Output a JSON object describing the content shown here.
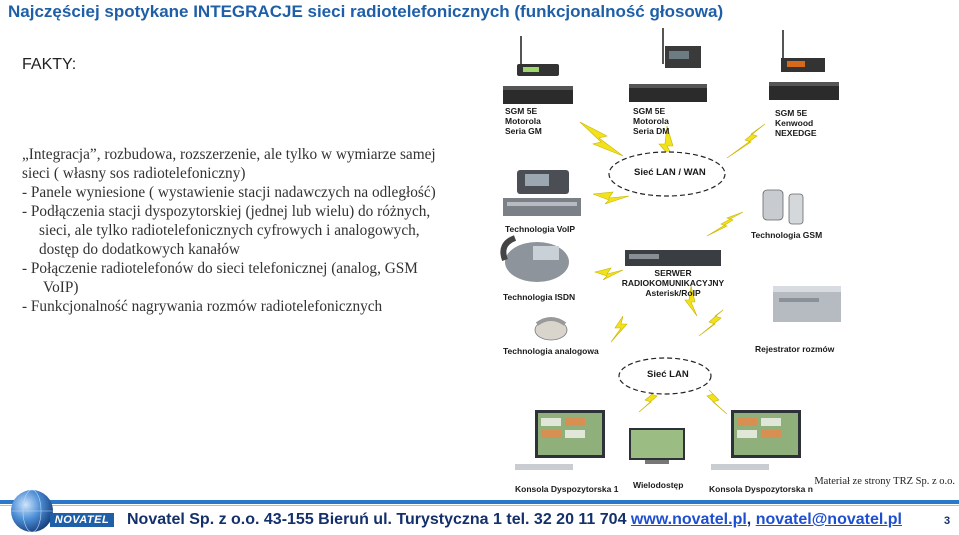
{
  "slide": {
    "title": "Najczęściej spotykane INTEGRACJE sieci radiotelefonicznych (funkcjonalność głosowa)",
    "facts_label": "FAKTY:",
    "body": [
      "„Integracja”, rozbudowa, rozszerzenie, ale tylko w wymiarze samej",
      "sieci ( własny sos radiotelefoniczny)",
      "-  Panele wyniesione ( wystawienie stacji nadawczych na odległość)",
      "-  Podłączenia stacji dyspozytorskiej (jednej lub wielu) do różnych,",
      "sieci, ale tylko radiotelefonicznych cyfrowych i analogowych,",
      "dostęp do dodatkowych kanałów",
      "-  Połączenie radiotelefonów do sieci telefonicznej (analog, GSM",
      "VoIP)",
      "-  Funkcjonalność nagrywania rozmów radiotelefonicznych"
    ],
    "source_note": "Materiał ze strony TRZ Sp. z o.o."
  },
  "diagram": {
    "sgm_gm": [
      "SGM 5E",
      "Motorola",
      "Seria GM"
    ],
    "sgm_dm": [
      "SGM 5E",
      "Motorola",
      "Seria DM"
    ],
    "sgm_kenwood": [
      "SGM 5E",
      "Kenwood",
      "NEXEDGE"
    ],
    "lan_wan": "Sieć LAN / WAN",
    "lan": "Sieć LAN",
    "voip": "Technologia VoIP",
    "gsm": "Technologia GSM",
    "isdn": "Technologia ISDN",
    "analog": "Technologia analogowa",
    "server": [
      "SERWER",
      "RADIOKOMUNIKACYJNY",
      "Asterisk/RoIP"
    ],
    "recorder": "Rejestrator rozmów",
    "console1": "Konsola Dyspozytorska 1",
    "console_n": "Konsola Dyspozytorska n",
    "wallboard": "Wielodostęp"
  },
  "footer": {
    "logo": "NOVATEL",
    "address": "Novatel Sp. z o.o. 43-155 Bieruń  ul. Turystyczna 1 tel. 32 20 11 704 ",
    "website": "www.novatel.pl",
    "separator": ", ",
    "email": "novatel@novatel.pl",
    "page_number": "3"
  },
  "colors": {
    "title": "#1f5fa8",
    "footer_text": "#14306b",
    "link": "#1f4fd0",
    "footer_bar": "#2a78c8",
    "lightning": "#f2e21a"
  }
}
